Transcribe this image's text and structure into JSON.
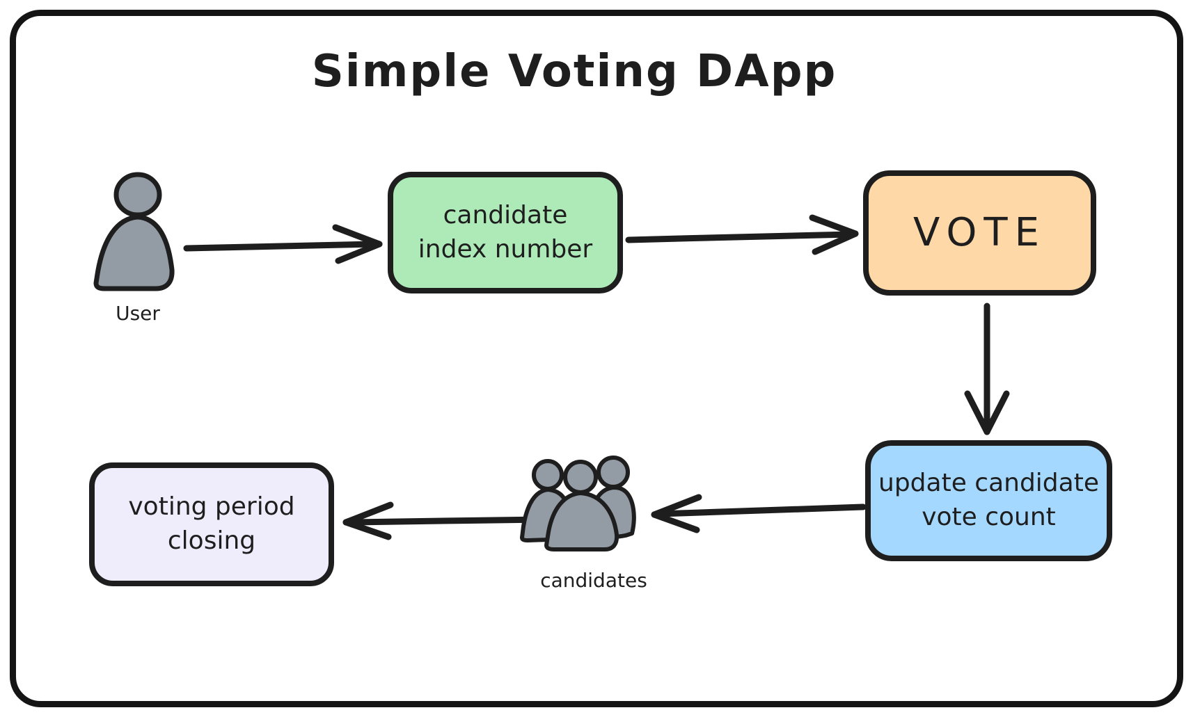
{
  "diagram": {
    "title": "Simple Voting DApp",
    "nodes": {
      "user": {
        "label": "User",
        "icon": "user-person-icon"
      },
      "candidate_index": {
        "label": "candidate\nindex number",
        "fill_key": "green"
      },
      "vote": {
        "label": "VOTE",
        "fill_key": "orange"
      },
      "update_count": {
        "label": "update candidate\nvote count",
        "fill_key": "blue"
      },
      "candidates": {
        "label": "candidates",
        "icon": "people-group-icon"
      },
      "voting_period": {
        "label": "voting period\nclosing",
        "fill_key": "lavender"
      }
    },
    "edges": [
      {
        "from": "user",
        "to": "candidate_index"
      },
      {
        "from": "candidate_index",
        "to": "vote"
      },
      {
        "from": "vote",
        "to": "update_count"
      },
      {
        "from": "update_count",
        "to": "candidates"
      },
      {
        "from": "candidates",
        "to": "voting_period"
      }
    ],
    "colors": {
      "green": "#aeeab7",
      "orange": "#ffd8a8",
      "blue": "#a5d8ff",
      "lavender": "#efedfb",
      "person_gray": "#939ca5",
      "stroke": "#1e1e1e",
      "frame": "#141414",
      "background": "#ffffff"
    }
  }
}
